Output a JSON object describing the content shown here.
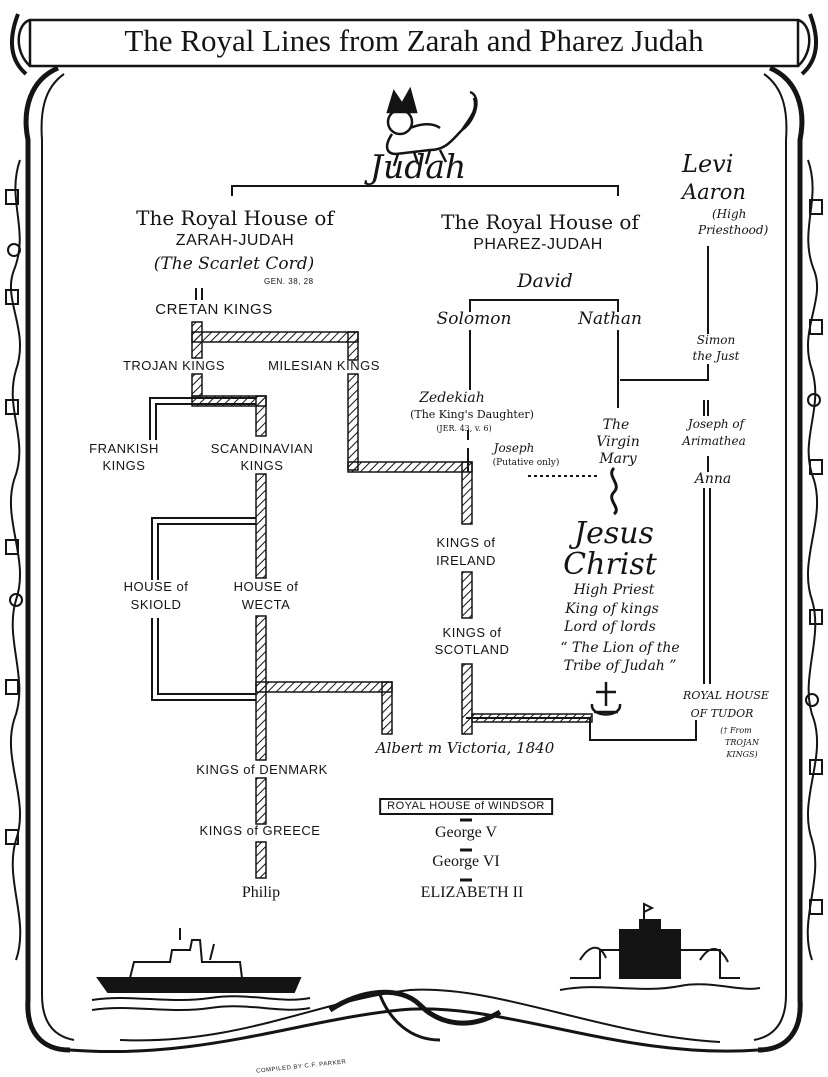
{
  "title": "The Royal Lines from Zarah and Pharez Judah",
  "judah": "Judah",
  "zarah": {
    "line1": "The Royal House of",
    "line2": "ZARAH-JUDAH",
    "line3": "(The Scarlet Cord)",
    "ref": "GEN. 38, 28"
  },
  "pharez": {
    "line1": "The Royal House of",
    "line2": "PHAREZ-JUDAH"
  },
  "levi": {
    "name": "Levi",
    "aaron": "Aaron",
    "priest1": "(High",
    "priest2": "Priesthood)"
  },
  "nodes": {
    "david": "David",
    "solomon": "Solomon",
    "nathan": "Nathan",
    "simon1": "Simon",
    "simon2": "the Just",
    "cretan": "CRETAN KINGS",
    "trojan": "TROJAN KINGS",
    "milesian": "MILESIAN KINGS",
    "zedekiah": "Zedekiah",
    "kings_daughter": "(The King's Daughter)",
    "jer_ref": "(JER. 43, v. 6)",
    "joseph": "Joseph",
    "putative": "(Putative only)",
    "virgin1": "The",
    "virgin2": "Virgin",
    "virgin3": "Mary",
    "arimathea1": "Joseph of",
    "arimathea2": "Arimathea",
    "anna": "Anna",
    "frankish1": "FRANKISH",
    "frankish2": "KINGS",
    "scandinavian1": "SCANDINAVIAN",
    "scandinavian2": "KINGS",
    "ireland1": "KINGS of",
    "ireland2": "IRELAND",
    "jesus1": "Jesus",
    "jesus2": "Christ",
    "high_priest": "High Priest",
    "kingofkings": "King of kings",
    "lordoflords": "Lord of lords",
    "lion1": "“ The Lion of the",
    "lion2": "Tribe of Judah ”",
    "skiold1": "HOUSE of",
    "skiold2": "SKIOLD",
    "wecta1": "HOUSE of",
    "wecta2": "WECTA",
    "scotland1": "KINGS of",
    "scotland2": "SCOTLAND",
    "tudor1": "ROYAL HOUSE",
    "tudor2": "OF TUDOR",
    "tudor_note1": "(† From",
    "tudor_note2": "TROJAN",
    "tudor_note3": "KINGS)",
    "albert": "Albert m Victoria, 1840",
    "denmark": "KINGS of DENMARK",
    "windsor": "ROYAL HOUSE of WINDSOR",
    "greece": "KINGS of GREECE",
    "george5": "George V",
    "george6": "George VI",
    "philip": "Philip",
    "elizabeth": "ELIZABETH II"
  },
  "credits": "COMPILED BY C.F. PARKER"
}
